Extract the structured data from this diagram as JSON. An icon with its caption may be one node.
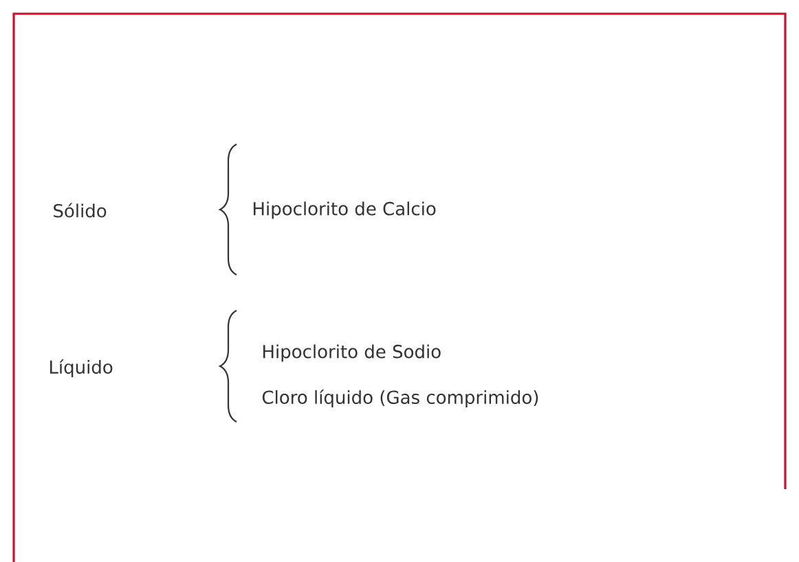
{
  "diagram": {
    "labels": [
      "Sólido",
      "Hipoclorito de Calcio",
      "Líquido",
      "Hipoclorito de Sodio",
      "Cloro líquido (Gas comprimido)"
    ]
  }
}
